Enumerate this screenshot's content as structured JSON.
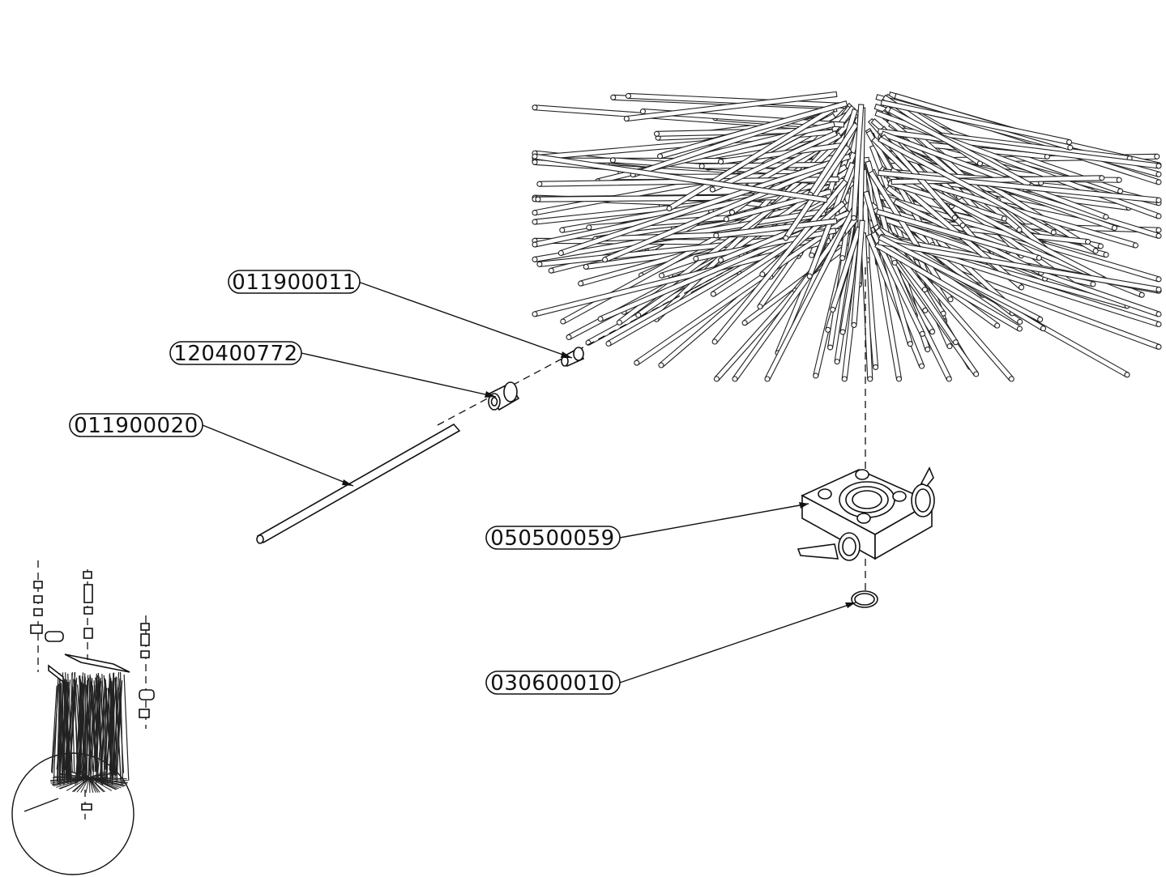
{
  "callouts": [
    {
      "id": "c1",
      "label": "011900011"
    },
    {
      "id": "c2",
      "label": "120400772"
    },
    {
      "id": "c3",
      "label": "011900020"
    },
    {
      "id": "c4",
      "label": "050500059"
    },
    {
      "id": "c5",
      "label": "030600010"
    }
  ]
}
